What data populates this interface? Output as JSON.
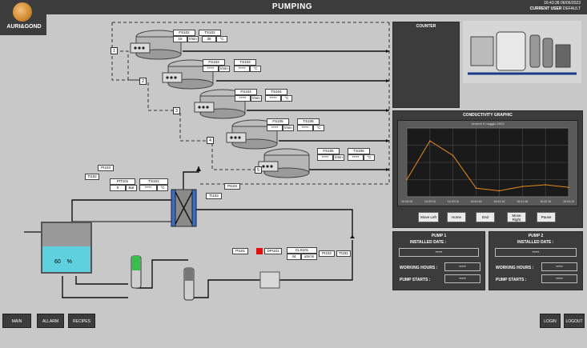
{
  "header": {
    "title": "PUMPING",
    "datetime": "16:43:38 06/06/2023",
    "user_label": "CURRENT USER",
    "user_value": "DEFAULT",
    "logo_text": "AURI&GOND"
  },
  "counter": {
    "title": "COUNTER"
  },
  "conductivity": {
    "title": "CONDUCTIVITY GRAPHIC",
    "chart_header": "venerdì 9 maggio 2023",
    "buttons": [
      "Move Left",
      "Home",
      "End",
      "Move Right",
      "Pause"
    ]
  },
  "chart_data": {
    "type": "line",
    "title": "",
    "x": [
      "16:38:16",
      "16:39:16",
      "16:40:16",
      "16:40:46",
      "16:41:16",
      "16:41:46",
      "16:42:16",
      "16:43:16"
    ],
    "series": [
      {
        "values": [
          20,
          65,
          48,
          10,
          7,
          12,
          14,
          11
        ]
      }
    ],
    "ylim": [
      0,
      80
    ]
  },
  "pump1": {
    "title": "PUMP 1",
    "installed_label": "INSTALLED DATE :",
    "installed_value": "*****",
    "hours_label": "WORKING HOURS :",
    "hours_value": "*****",
    "starts_label": "PUMP STARTS :",
    "starts_value": "*****"
  },
  "pump2": {
    "title": "PUMP 2",
    "installed_label": "INSTALLED DATE :",
    "installed_value": "*****",
    "hours_label": "WORKING HOURS :",
    "hours_value": "*****",
    "starts_label": "PUMP STARTS :",
    "starts_value": "*****"
  },
  "filters": [
    {
      "num": "1",
      "fs_tag": "FS102",
      "fs_val": "16",
      "fs_unit": "l/min",
      "ts_tag": "TS102",
      "ts_val": "35",
      "ts_unit": "°C"
    },
    {
      "num": "2",
      "fs_tag": "FS103",
      "fs_val": "*****",
      "fs_unit": "l/min",
      "ts_tag": "TS103",
      "ts_val": "*****",
      "ts_unit": "°C"
    },
    {
      "num": "3",
      "fs_tag": "FS104",
      "fs_val": "*****",
      "fs_unit": "l/min",
      "ts_tag": "TS104",
      "ts_val": "*****",
      "ts_unit": "°C"
    },
    {
      "num": "4",
      "fs_tag": "FS105",
      "fs_val": "*****",
      "fs_unit": "l/min",
      "ts_tag": "TS105",
      "ts_val": "*****",
      "ts_unit": "°C"
    },
    {
      "num": "5",
      "fs_tag": "FS106",
      "fs_val": "*****",
      "fs_unit": "l/min",
      "ts_tag": "TS106",
      "ts_val": "*****",
      "ts_unit": "°C"
    }
  ],
  "instruments": {
    "pit101_tag": "PIT101",
    "pit101_val": "0",
    "pit101_unit": "Bar",
    "ts101_tag": "TS101",
    "ts101_val": "*****",
    "ts101_unit": "°C",
    "pi103": "PI103",
    "ti102": "TI102",
    "pi103b": "PI103",
    "ti103": "TI103",
    "pi101": "PI101",
    "dpi101": "DPI101",
    "cls101_tag": "CLS101",
    "cls101_val": "44",
    "cls101_unit": "uS/cm",
    "pi102": "PI102",
    "ti101": "TI101",
    "tank_level": "60",
    "tank_unit": "%"
  },
  "nav": {
    "main": "MAIN",
    "allarm": "ALLARM",
    "recipes": "RECIPES",
    "login": "LOGIN",
    "logout": "LOGOUT"
  }
}
